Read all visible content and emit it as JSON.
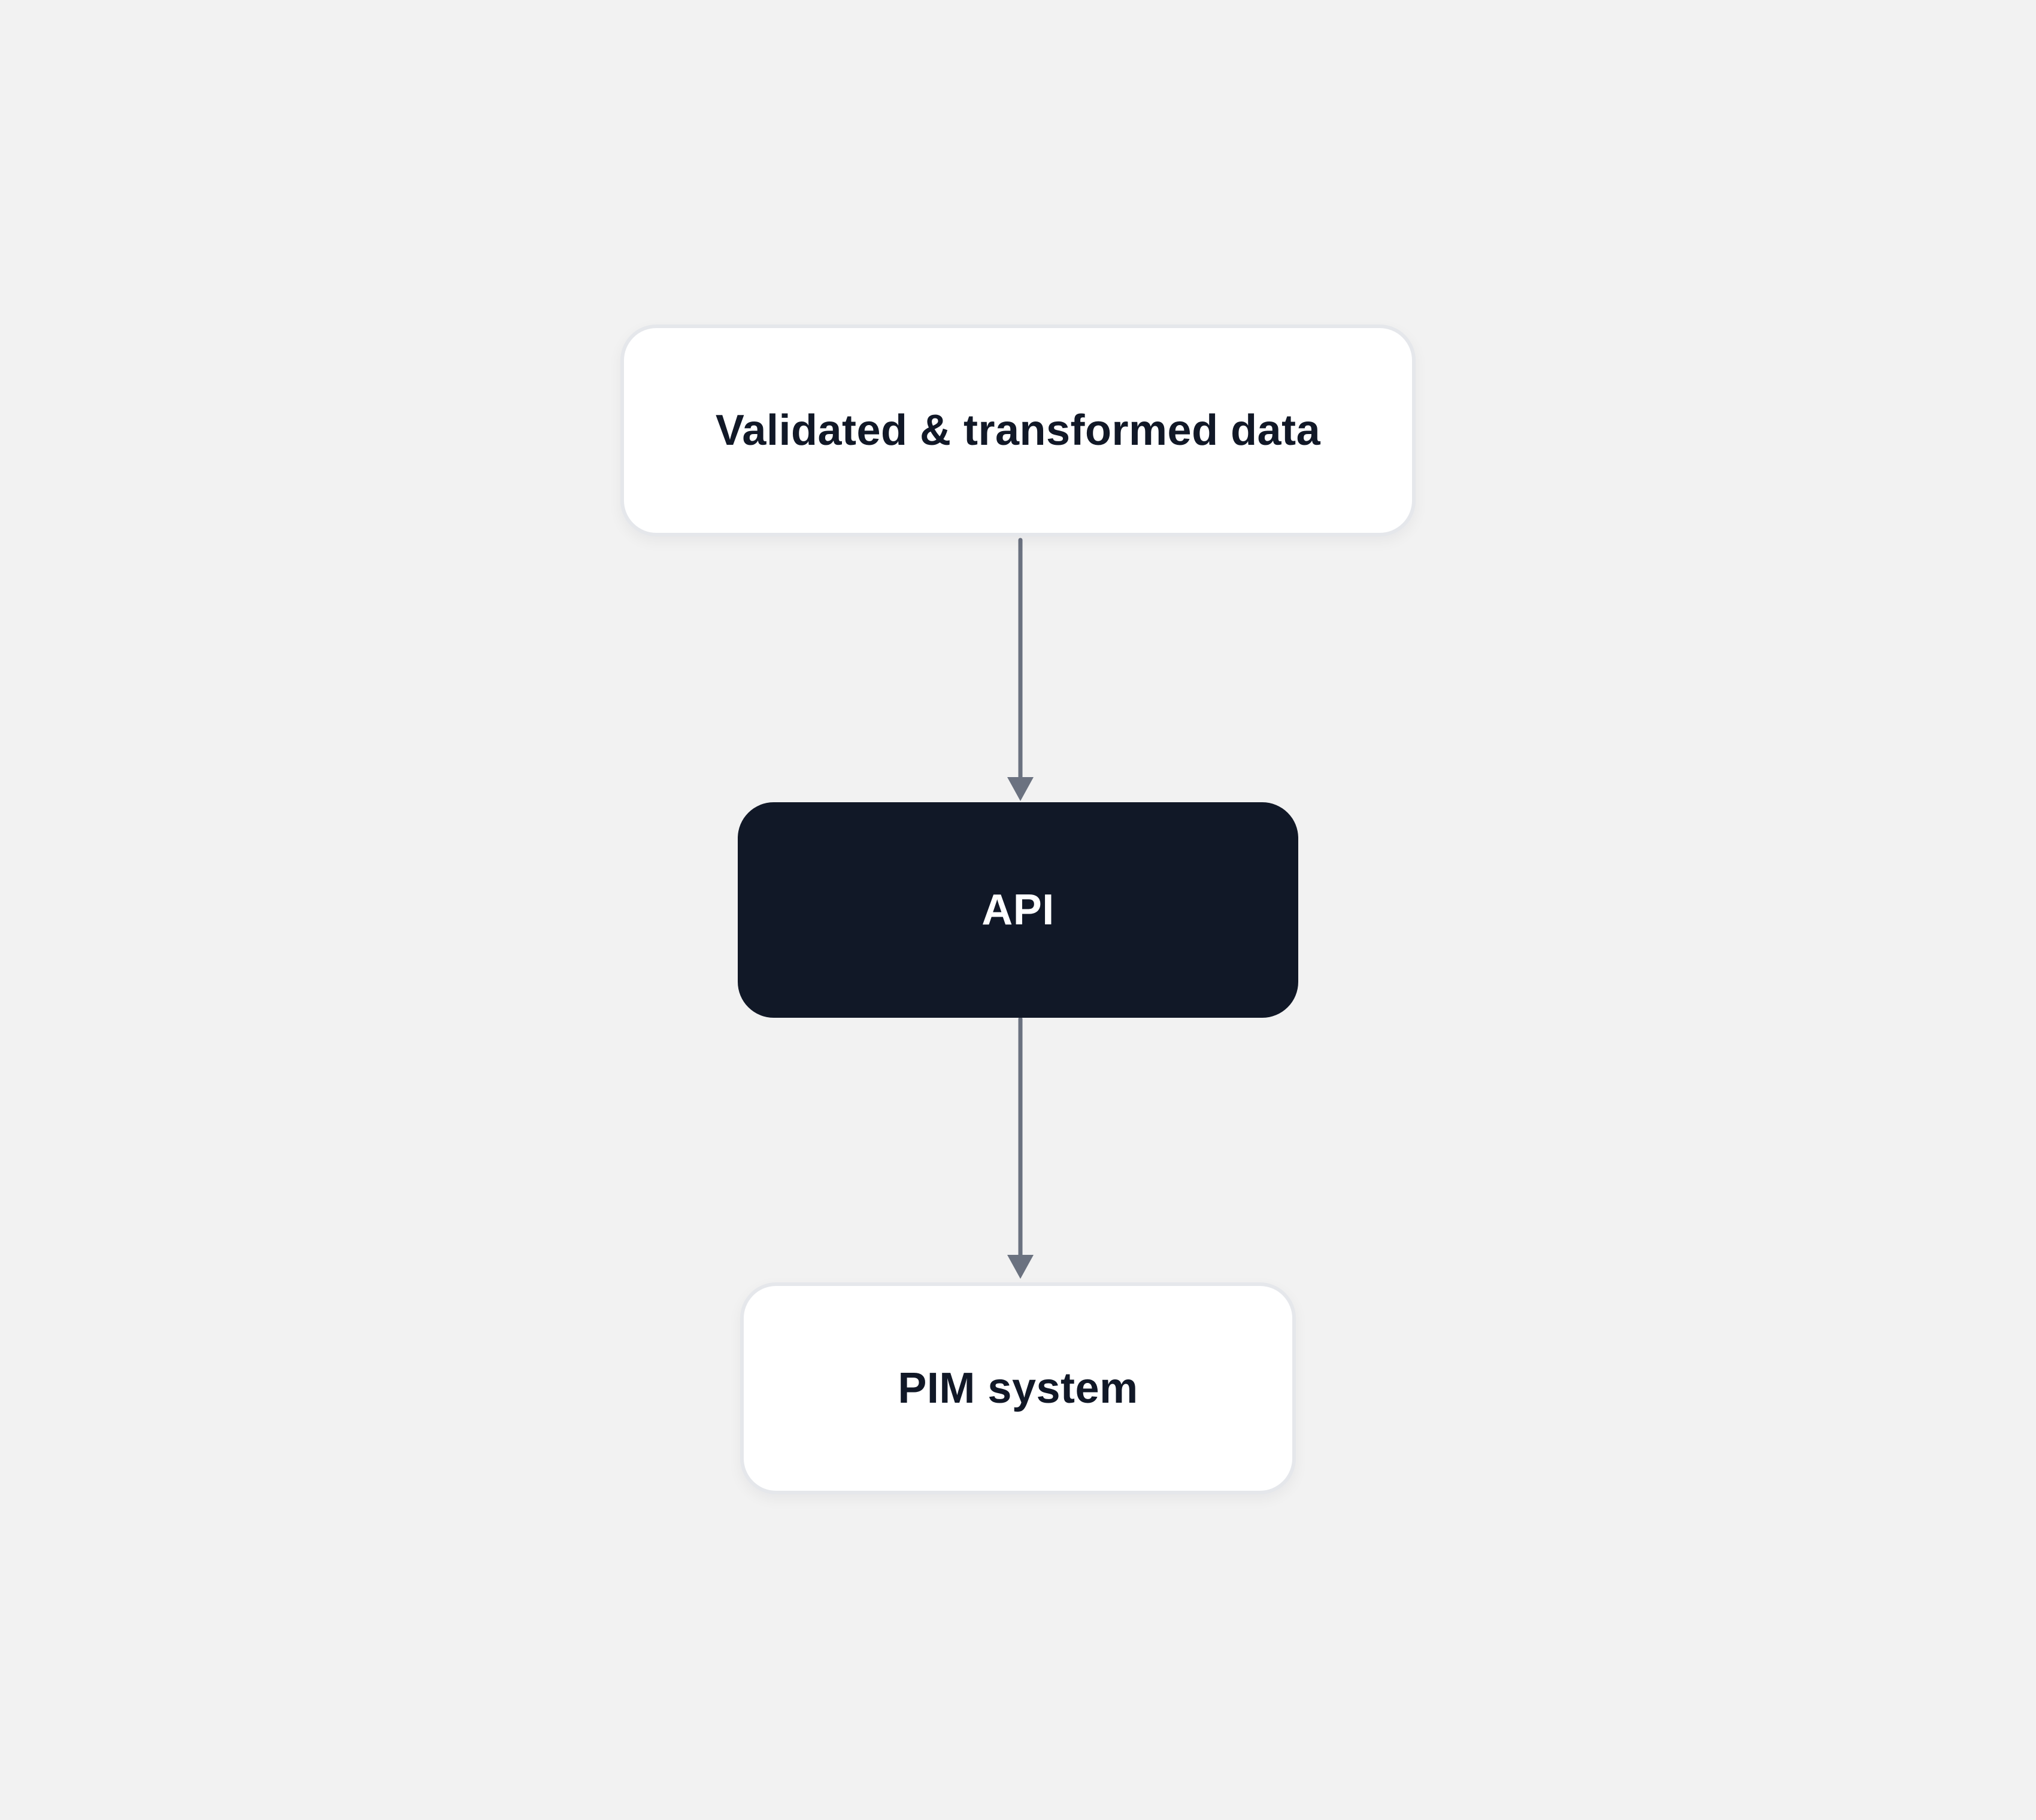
{
  "diagram": {
    "nodes": [
      {
        "id": "validated-data",
        "label": "Validated & transformed data",
        "style": "light"
      },
      {
        "id": "api",
        "label": "API",
        "style": "dark"
      },
      {
        "id": "pim-system",
        "label": "PIM system",
        "style": "light"
      }
    ],
    "edges": [
      {
        "from": "validated-data",
        "to": "api"
      },
      {
        "from": "api",
        "to": "pim-system"
      }
    ]
  },
  "colors": {
    "background": "#f2f2f2",
    "node_light_fill": "#ffffff",
    "node_light_border": "#e5e7eb",
    "node_dark_fill": "#111827",
    "text_dark": "#111827",
    "text_light": "#ffffff",
    "edge": "#6b7280"
  }
}
